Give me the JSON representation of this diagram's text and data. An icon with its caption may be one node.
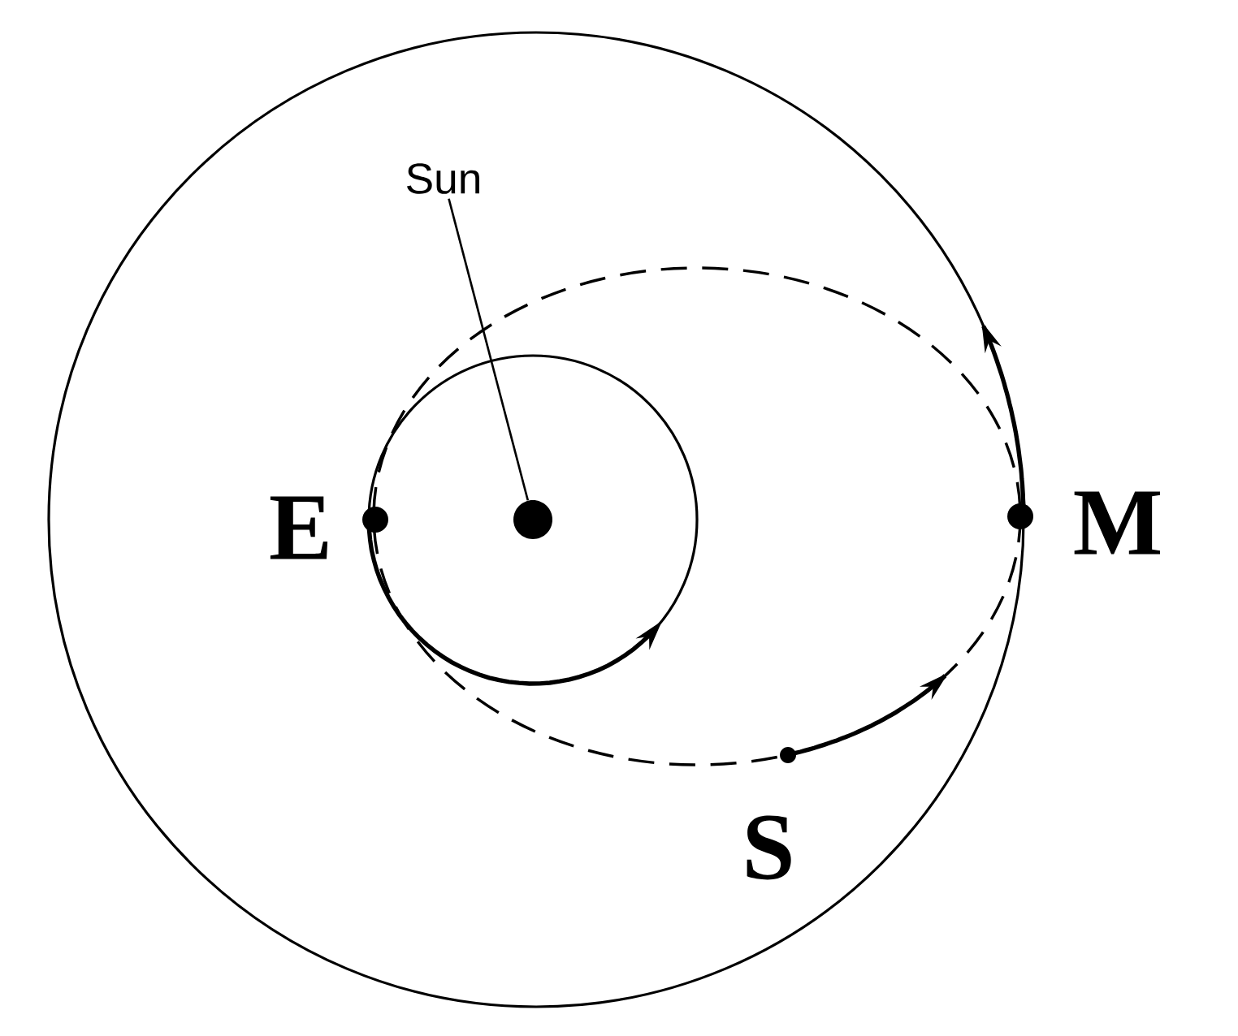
{
  "diagram": {
    "nodes": [
      {
        "text": [
          "Sun"
        ]
      },
      {
        "text": [],
        "shape": "circle"
      }
    ],
    "edges": [
      {
        "from": 0,
        "to": 1,
        "arrow": "none"
      }
    ],
    "labels": [
      "E",
      "M",
      "S"
    ]
  }
}
